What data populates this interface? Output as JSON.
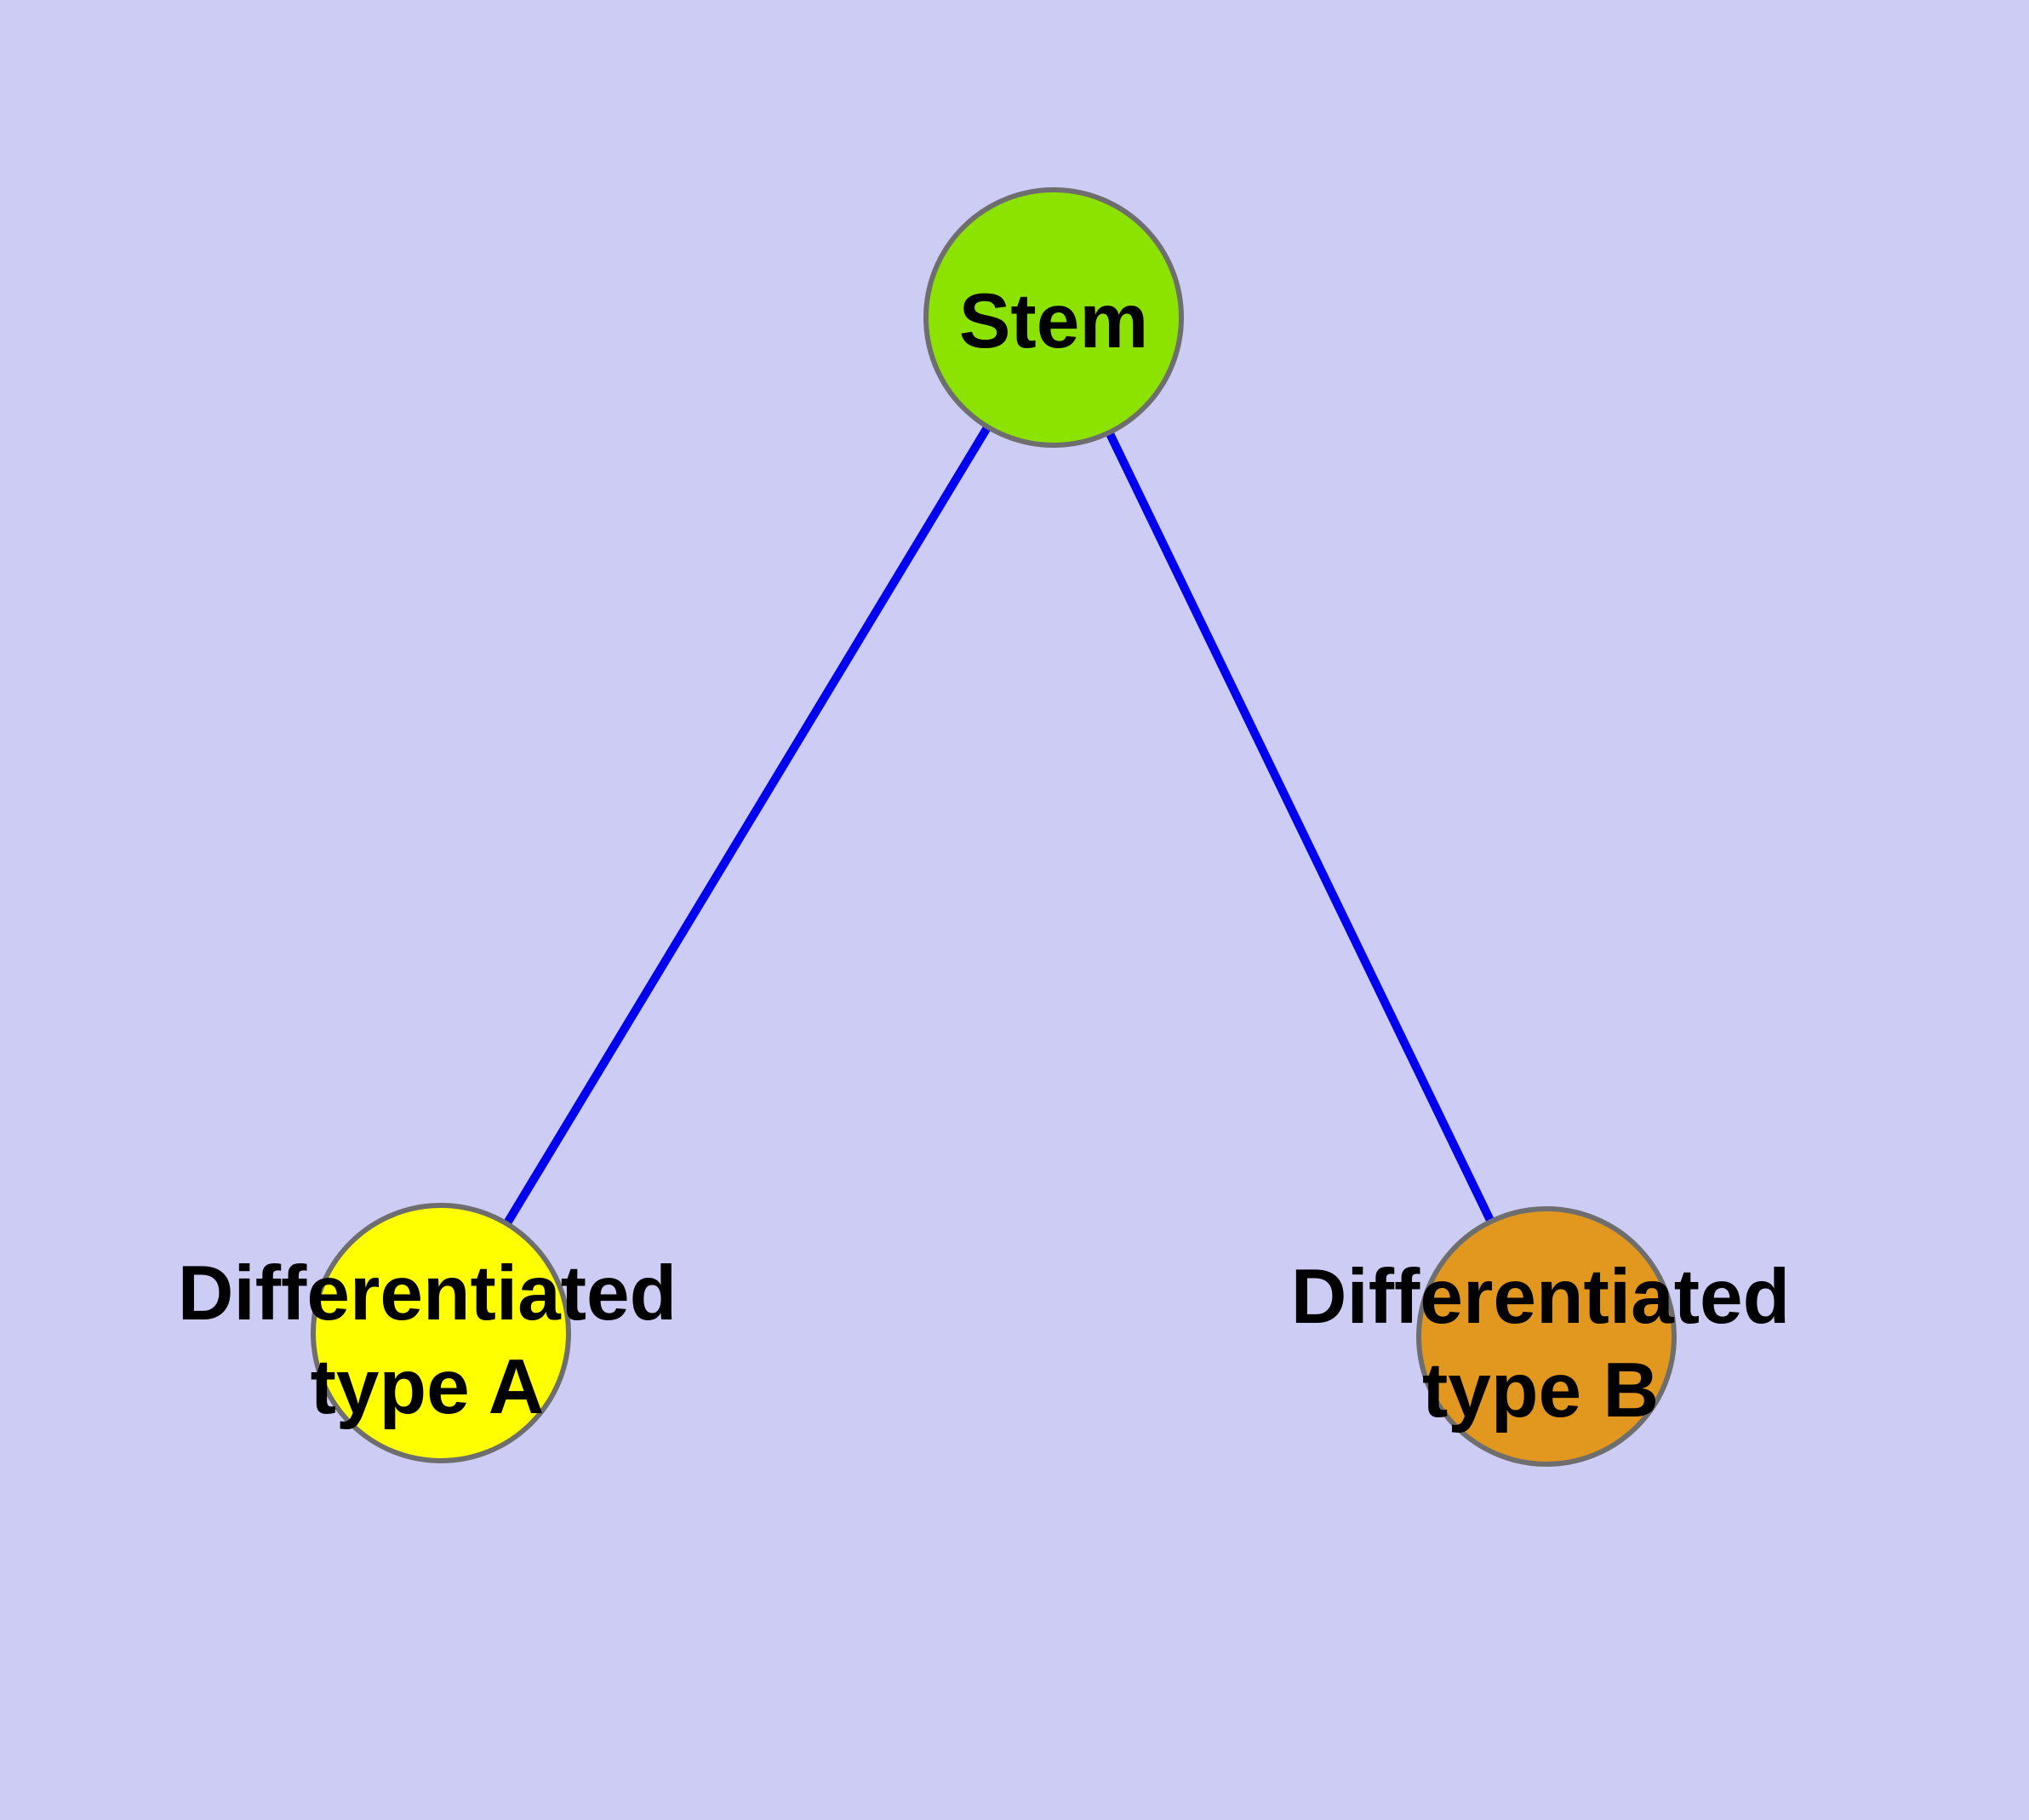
{
  "canvas": {
    "background_color": "#cdccf5",
    "node_border_color": "#6e6e6e",
    "edge_color": "#0000ee",
    "label_color": "#000000"
  },
  "nodes": [
    {
      "id": "stem",
      "label": "Stem",
      "color": "#8ce300"
    },
    {
      "id": "differentiated-type-a",
      "label": "Differentiated type A",
      "label_line1": "Differentiated",
      "label_line2": "type A",
      "color": "#ffff00"
    },
    {
      "id": "differentiated-type-b",
      "label": "Differentiated type B",
      "label_line1": "Differentiated",
      "label_line2": "type B",
      "color": "#e2981e"
    }
  ],
  "edges": [
    {
      "from": "Stem",
      "to": "Differentiated type A"
    },
    {
      "from": "Stem",
      "to": "Differentiated type B"
    }
  ]
}
